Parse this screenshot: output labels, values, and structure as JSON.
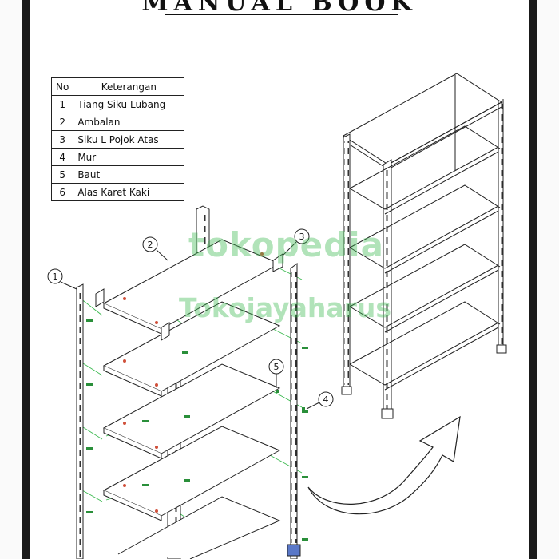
{
  "manual": {
    "title": "MANUAL BOOK"
  },
  "legend": {
    "header": {
      "no": "No",
      "keterangan": "Keterangan"
    },
    "rows": [
      {
        "no": "1",
        "label": "Tiang Siku Lubang"
      },
      {
        "no": "2",
        "label": "Ambalan"
      },
      {
        "no": "3",
        "label": "Siku L Pojok Atas"
      },
      {
        "no": "4",
        "label": "Mur"
      },
      {
        "no": "5",
        "label": "Baut"
      },
      {
        "no": "6",
        "label": "Alas Karet Kaki"
      }
    ]
  },
  "callouts": [
    "1",
    "2",
    "3",
    "4",
    "5"
  ],
  "watermarks": {
    "brand": "tokopedia",
    "shop": "Tokojayaharus"
  },
  "colors": {
    "frame": "#1a1a1a",
    "line": "#222222",
    "guide": "#3cb950",
    "bolt": "#2a8f3a",
    "nut_dot": "#d0503a"
  }
}
